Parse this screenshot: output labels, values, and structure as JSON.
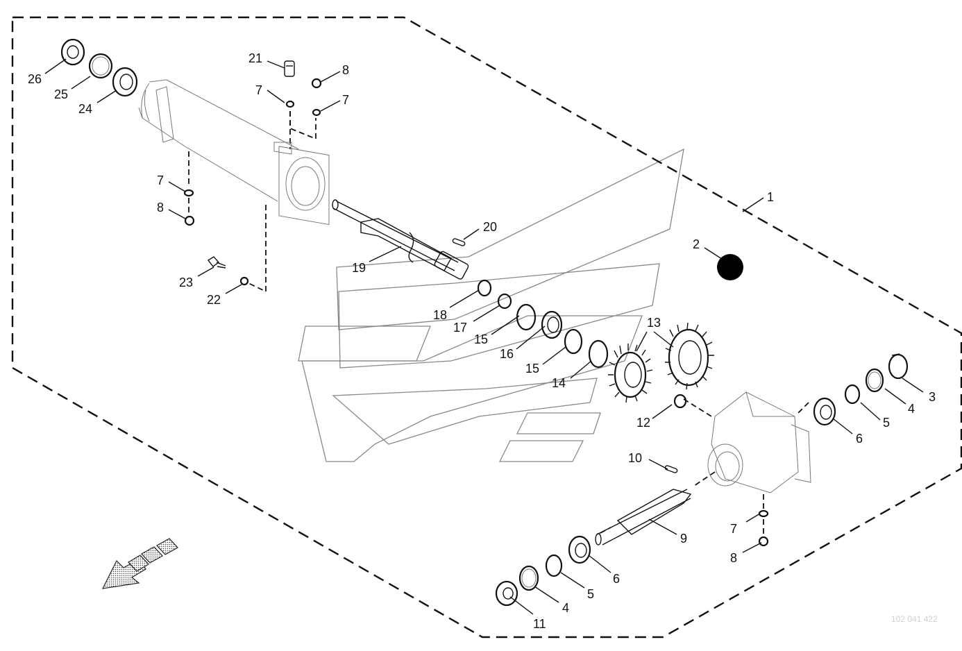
{
  "diagram": {
    "kit_frame": {
      "line_style": "dashed",
      "color": "#111111"
    },
    "callouts": [
      "1",
      "2",
      "3",
      "4",
      "4",
      "5",
      "5",
      "6",
      "6",
      "7",
      "7",
      "7",
      "7",
      "8",
      "8",
      "8",
      "9",
      "10",
      "11",
      "12",
      "13",
      "14",
      "15",
      "15",
      "16",
      "17",
      "18",
      "19",
      "20",
      "21",
      "22",
      "23",
      "24",
      "25",
      "26"
    ],
    "reference_code": "102 041 422"
  }
}
